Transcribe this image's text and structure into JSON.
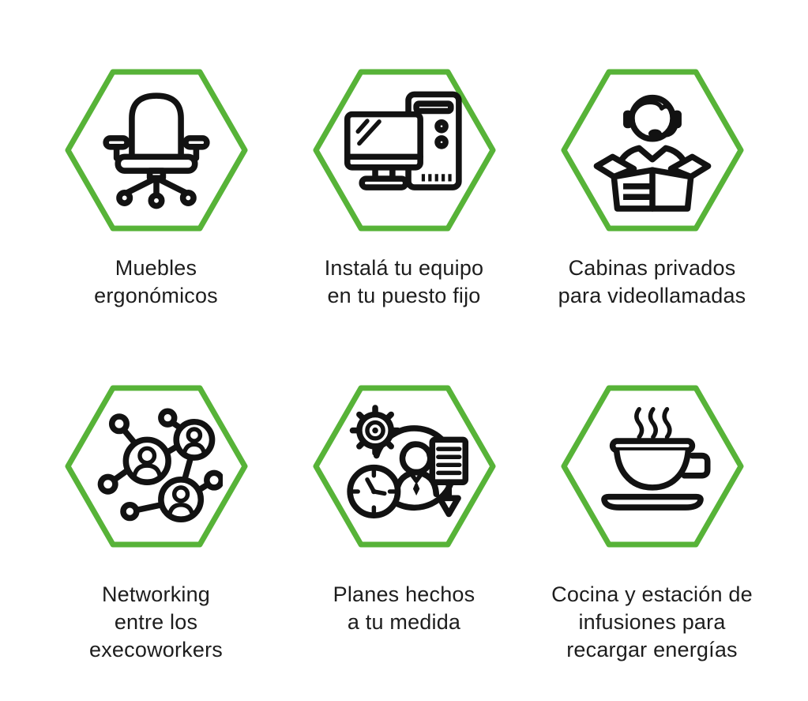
{
  "page": {
    "background": "#ffffff",
    "hex_stroke": "#57B338",
    "icon_stroke": "#121212",
    "text_color": "#1d1d1d"
  },
  "features": [
    {
      "icon": "office-chair-icon",
      "lines": [
        "Muebles",
        "ergonómicos"
      ]
    },
    {
      "icon": "desktop-computer-icon",
      "lines": [
        "Instalá tu equipo",
        "en tu puesto fijo"
      ]
    },
    {
      "icon": "support-agent-box-icon",
      "lines": [
        "Cabinas privados",
        "para videollamadas"
      ]
    },
    {
      "icon": "people-network-icon",
      "lines": [
        "Networking",
        "entre los",
        "execoworkers"
      ]
    },
    {
      "icon": "custom-plan-icon",
      "lines": [
        "Planes hechos",
        "a tu medida"
      ]
    },
    {
      "icon": "coffee-cup-icon",
      "lines": [
        "Cocina y estación de",
        "infusiones para",
        "recargar energías"
      ]
    }
  ]
}
